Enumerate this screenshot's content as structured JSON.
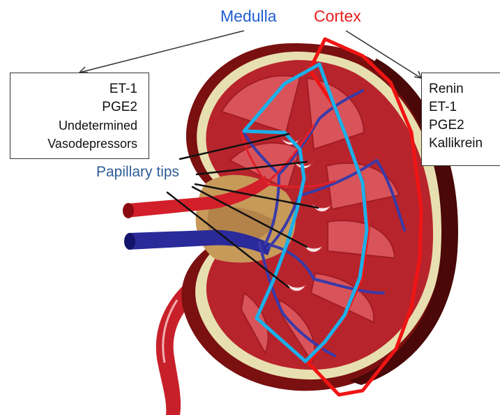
{
  "colors": {
    "medulla": "#1f5fd0",
    "cortex": "#e4201c",
    "papillary": "#2f5d95",
    "medulla_outline": "#1cb0ea",
    "cortex_outline": "#f01414"
  },
  "labels": {
    "medulla": "Medulla",
    "cortex": "Cortex",
    "papillary_tips": "Papillary tips"
  },
  "medulla_box": [
    "ET-1",
    "PGE2",
    "Undetermined",
    "Vasodepressors"
  ],
  "cortex_box": [
    "Renin",
    "ET-1",
    "PGE2",
    "Kallikrein"
  ]
}
